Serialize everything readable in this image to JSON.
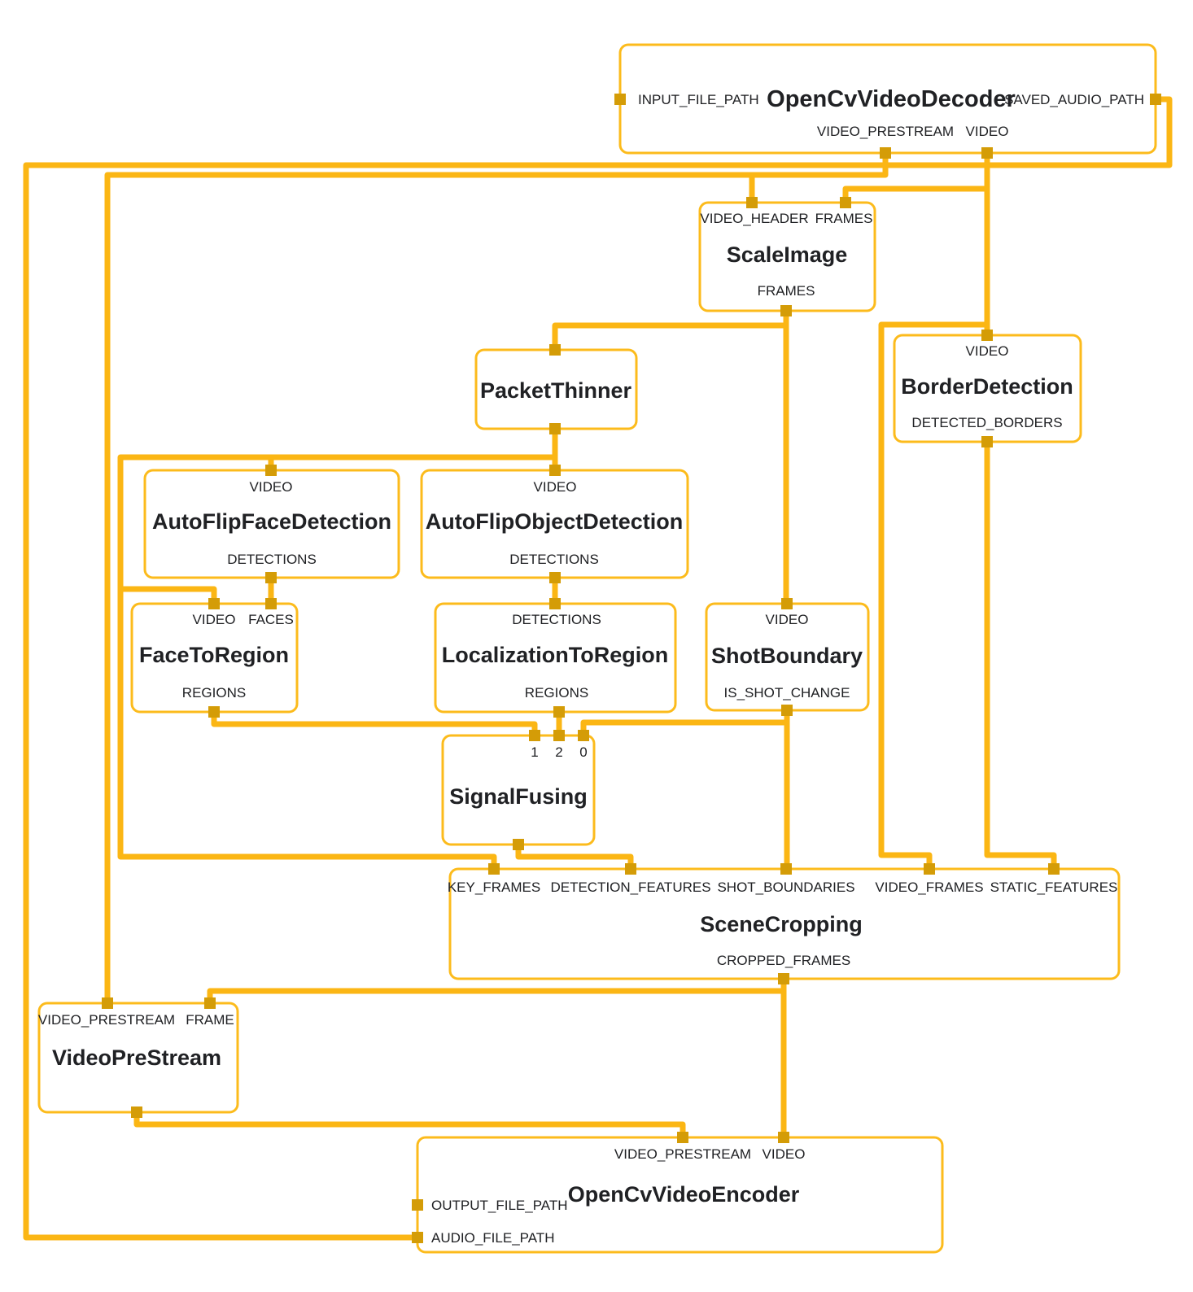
{
  "colors": {
    "background": "#ffffff",
    "edge": "#FBB614",
    "node_border": "#FCBB1C",
    "port": "#D49C07",
    "text": "#202124"
  },
  "nodes": {
    "decoder": {
      "title": "OpenCvVideoDecoder",
      "input_file_path": "INPUT_FILE_PATH",
      "saved_audio_path": "SAVED_AUDIO_PATH",
      "video_prestream": "VIDEO_PRESTREAM",
      "video": "VIDEO"
    },
    "scale_image": {
      "title": "ScaleImage",
      "video_header": "VIDEO_HEADER",
      "frames_in": "FRAMES",
      "frames_out": "FRAMES"
    },
    "packet_thinner": {
      "title": "PacketThinner"
    },
    "border_detection": {
      "title": "BorderDetection",
      "video": "VIDEO",
      "detected_borders": "DETECTED_BORDERS"
    },
    "face_detection": {
      "title": "AutoFlipFaceDetection",
      "video": "VIDEO",
      "detections": "DETECTIONS"
    },
    "object_detection": {
      "title": "AutoFlipObjectDetection",
      "video": "VIDEO",
      "detections": "DETECTIONS"
    },
    "face_to_region": {
      "title": "FaceToRegion",
      "video": "VIDEO",
      "faces": "FACES",
      "regions": "REGIONS"
    },
    "localization_to_region": {
      "title": "LocalizationToRegion",
      "detections": "DETECTIONS",
      "regions": "REGIONS"
    },
    "shot_boundary": {
      "title": "ShotBoundary",
      "video": "VIDEO",
      "is_shot_change": "IS_SHOT_CHANGE"
    },
    "signal_fusing": {
      "title": "SignalFusing",
      "port_1": "1",
      "port_2": "2",
      "port_0": "0"
    },
    "scene_cropping": {
      "title": "SceneCropping",
      "key_frames": "KEY_FRAMES",
      "detection_features": "DETECTION_FEATURES",
      "shot_boundaries": "SHOT_BOUNDARIES",
      "video_frames": "VIDEO_FRAMES",
      "static_features": "STATIC_FEATURES",
      "cropped_frames": "CROPPED_FRAMES"
    },
    "video_pre_stream": {
      "title": "VideoPreStream",
      "video_prestream": "VIDEO_PRESTREAM",
      "frame": "FRAME"
    },
    "encoder": {
      "title": "OpenCvVideoEncoder",
      "video_prestream": "VIDEO_PRESTREAM",
      "video": "VIDEO",
      "output_file_path": "OUTPUT_FILE_PATH",
      "audio_file_path": "AUDIO_FILE_PATH"
    }
  }
}
